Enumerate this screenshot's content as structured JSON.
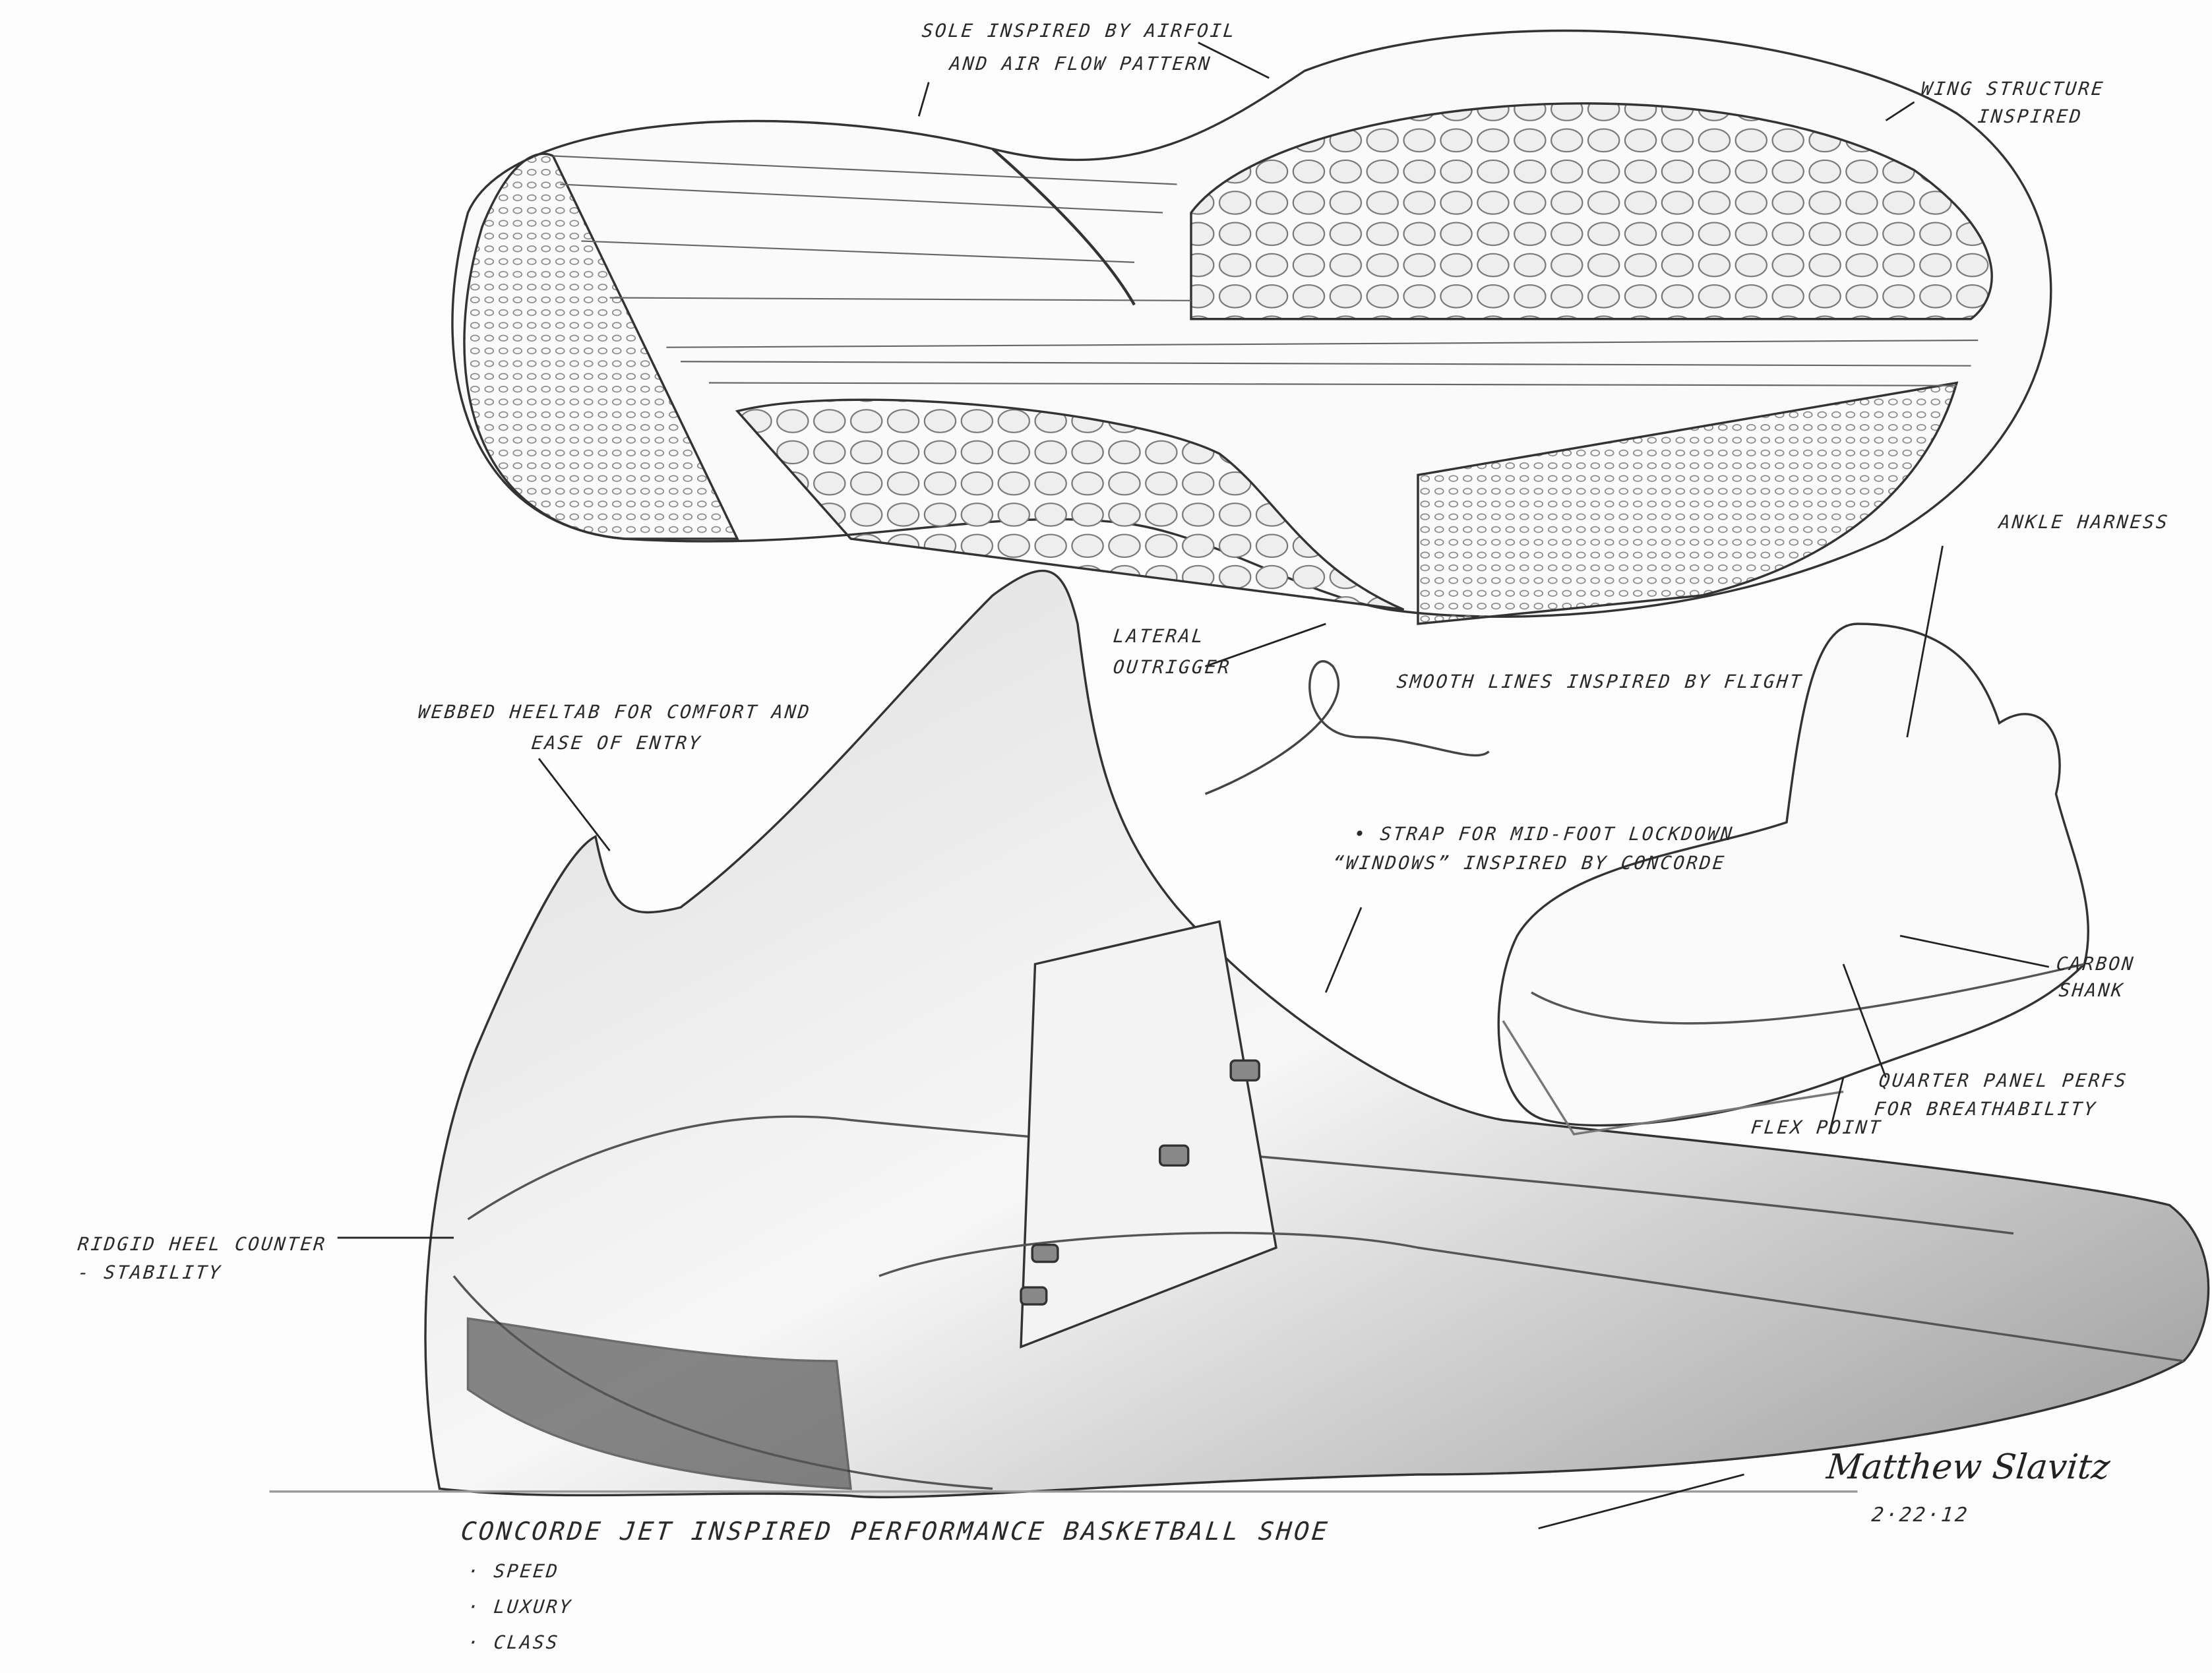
{
  "annotations": {
    "sole_airfoil": [
      "SOLE INSPIRED BY AIRFOIL",
      "AND AIR FLOW PATTERN"
    ],
    "wing_structure": [
      "WING STRUCTURE",
      "INSPIRED"
    ],
    "ankle_harness": "ANKLE HARNESS",
    "lateral_outrigger": [
      "LATERAL",
      "OUTRIGGER"
    ],
    "smooth_lines": "SMOOTH LINES INSPIRED BY FLIGHT",
    "webbed_heeltab": [
      "WEBBED HEELTAB FOR COMFORT AND",
      "EASE OF ENTRY"
    ],
    "strap": [
      "• STRAP FOR MID-FOOT LOCKDOWN",
      "“WINDOWS” INSPIRED BY CONCORDE"
    ],
    "carbon_shank": [
      "CARBON",
      "SHANK"
    ],
    "quarter_panel": [
      "QUARTER PANEL PERFS",
      "FOR BREATHABILITY"
    ],
    "flex_point": "FLEX POINT",
    "heel_counter": [
      "RIDGID HEEL COUNTER",
      "- STABILITY"
    ]
  },
  "signature": {
    "name": "Matthew Slavitz",
    "date": "2·22·12"
  },
  "title": "CONCORDE JET INSPIRED PERFORMANCE BASKETBALL SHOE",
  "attributes": [
    "· SPEED",
    "· LUXURY",
    "· CLASS"
  ],
  "colors": {
    "paper": "#fdfdfd",
    "pencil": "#2a2a2a",
    "shade": "#8a8a8a"
  }
}
